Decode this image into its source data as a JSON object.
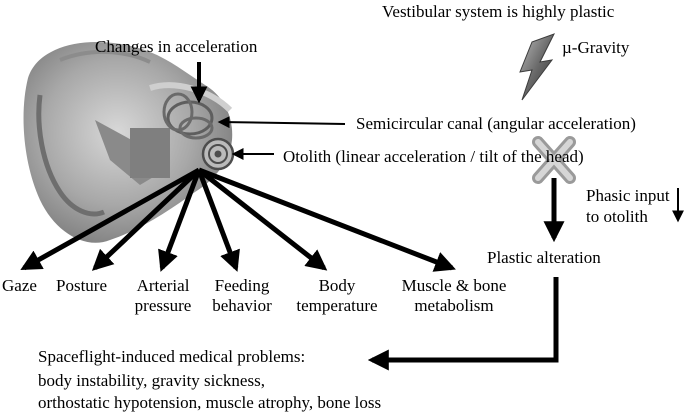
{
  "title": "Vestibular system is highly plastic",
  "top_label": "Changes in acceleration",
  "stimulus": "µ-Gravity",
  "semicircular": "Semicircular canal (angular acceleration)",
  "otolith": "Otolith (linear acceleration / tilt of the head)",
  "phasic": [
    "Phasic input",
    "to otolith"
  ],
  "plastic": "Plastic alteration",
  "outputs": [
    {
      "line1": "Gaze",
      "line2": ""
    },
    {
      "line1": "Posture",
      "line2": ""
    },
    {
      "line1": "Arterial",
      "line2": "pressure"
    },
    {
      "line1": "Feeding",
      "line2": "behavior"
    },
    {
      "line1": "Body",
      "line2": "temperature"
    },
    {
      "line1": "Muscle & bone",
      "line2": "metabolism"
    }
  ],
  "problems": {
    "heading": "Spaceflight-induced medical problems:",
    "line1": "body instability, gravity sickness,",
    "line2": "orthostatic hypotension, muscle atrophy, bone loss"
  },
  "icons": [
    "inner-ear-illustration",
    "lightning-bolt-icon",
    "blocked-x-icon"
  ],
  "colors": {
    "text": "#000000",
    "ear": "#9a9a9a",
    "bolt": "#5a5a5a",
    "cross": "#b9b9b9"
  }
}
